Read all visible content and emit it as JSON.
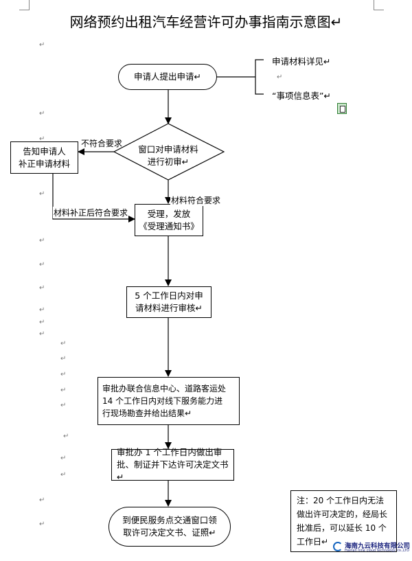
{
  "title": "网络预约出租汽车经营许可办事指南示意图↵",
  "nodes": {
    "start": "申请人提出申请↵",
    "material_detail_1": "申请材料详见↵",
    "material_detail_2": "↵",
    "material_detail_3": "“事项信息表”↵",
    "review_line1": "窗口对申请材料",
    "review_line2": "进行初审↵",
    "notify_line1": "告知申请人",
    "notify_line2": "补正申请材料",
    "accept_line1": "受理，发放",
    "accept_line2": "《受理通知书》",
    "audit_line1": "5 个工作日内对申",
    "audit_line2": "请材料进行审核↵",
    "inspect_line1": "审批办联合信息中心、道路客运处",
    "inspect_line2": "14 个工作日内对线下服务能力进",
    "inspect_line3": "行现场勘查并给出结果↵",
    "decide_line1": "审批办 1 个工作日内做出审",
    "decide_line2": "批、制证并下达许可决定文书↵",
    "pickup_line1": "到便民服务点交通窗口领",
    "pickup_line2": "取许可决定文书、证照↵"
  },
  "edge_labels": {
    "not_meet": "不符合要求",
    "meet": "材料符合要求",
    "corrected": "材料补正后符合要求"
  },
  "note": {
    "line1": "注：20 个工作日内无法",
    "line2": "做出许可决定的，经局长",
    "line3": "批准后，可以延长 10 个",
    "line4": "工作日↵"
  },
  "watermark": {
    "name": "海南九云科技有限公司",
    "sub": "Hainan nine cloud technology co.,LTD"
  },
  "paragraph_mark": "↵"
}
